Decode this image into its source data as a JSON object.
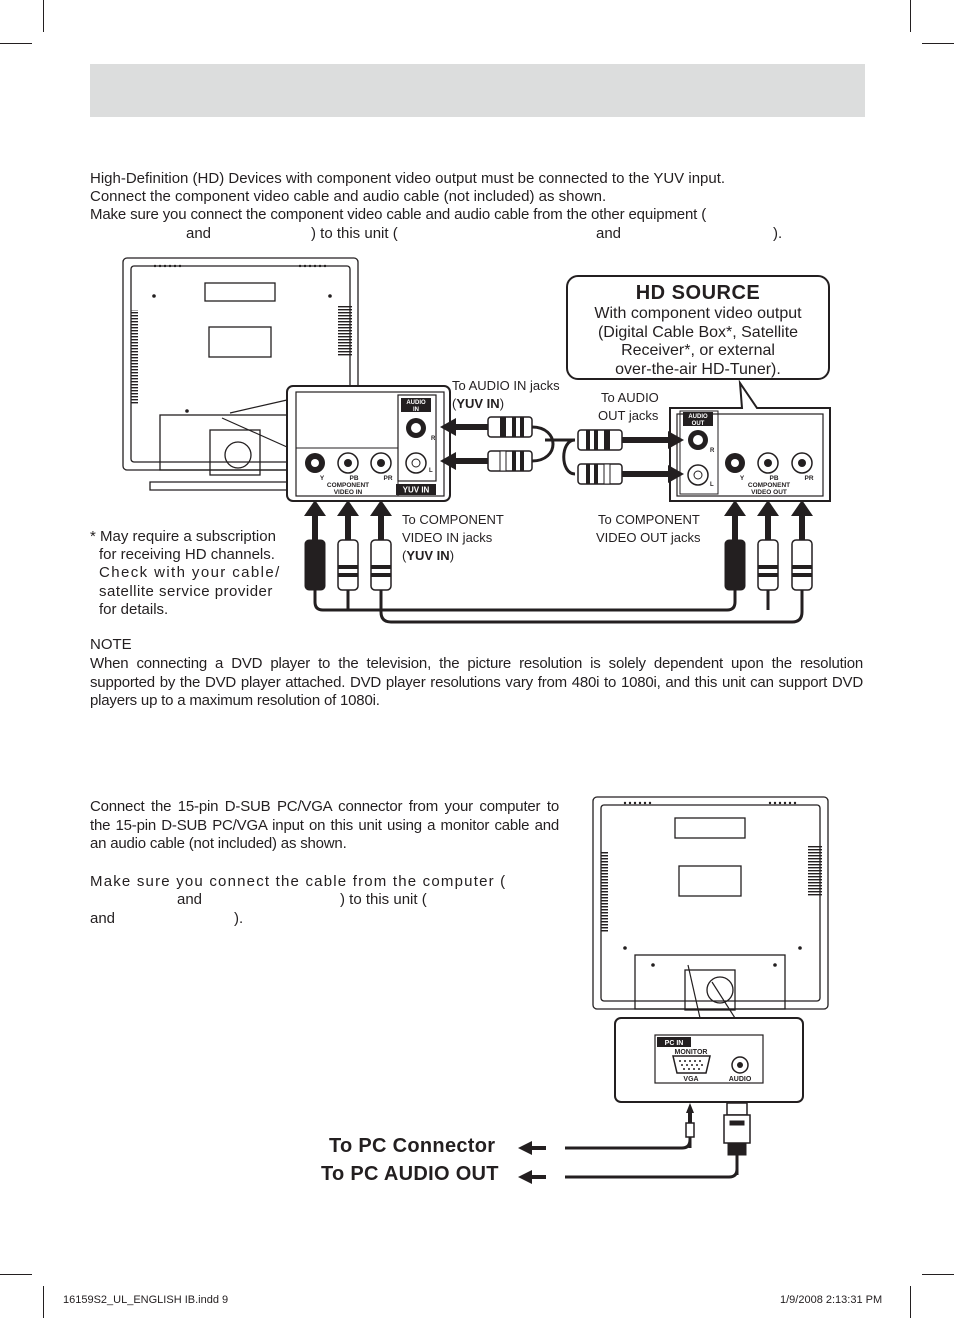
{
  "intro": {
    "line1": "High-Definition (HD) Devices with component video output must be connected to the YUV input.",
    "line2": "Connect the component video cable and audio cable (not included) as shown.",
    "line3": "Make sure you connect the component video cable and audio cable from the other equipment (",
    "line4_and1": "and",
    "line4_to_unit": ") to this unit (",
    "line4_and2": "and",
    "line4_end": ")."
  },
  "hd_box": {
    "title": "HD SOURCE",
    "line1": "With component video output",
    "line2": "(Digital Cable Box*, Satellite",
    "line3": "Receiver*, or external",
    "line4": "over-the-air HD-Tuner)."
  },
  "labels": {
    "to_audio_in": "To AUDIO IN jacks",
    "yuv_in": "YUV IN",
    "to_audio_out_1": "To AUDIO",
    "to_audio_out_2": "OUT jacks",
    "to_comp_in_1": "To COMPONENT",
    "to_comp_in_2": "VIDEO IN jacks",
    "to_comp_out_1": "To COMPONENT",
    "to_comp_out_2": "VIDEO OUT jacks",
    "open_paren": "(",
    "close_paren": ")"
  },
  "panel_in": {
    "audio": "AUDIO",
    "in": "IN",
    "r": "R",
    "l": "L",
    "y": "Y",
    "pb": "PB",
    "pr": "PR",
    "component": "COMPONENT",
    "video_in": "VIDEO IN",
    "yuv_in": "YUV IN"
  },
  "panel_out": {
    "audio": "AUDIO",
    "out": "OUT",
    "r": "R",
    "l": "L",
    "y": "Y",
    "pb": "PB",
    "pr": "PR",
    "component": "COMPONENT",
    "video_out": "VIDEO OUT"
  },
  "footnote": {
    "line1": "* May require a subscription",
    "line2": "for receiving HD channels.",
    "line3": "Check with your cable/",
    "line4": "satellite service provider",
    "line5": "for details."
  },
  "note": {
    "heading": "NOTE",
    "text": "When connecting a DVD player to the television, the picture resolution is solely dependent upon the resolution supported by the DVD player attached. DVD player resolutions vary from 480i to 1080i, and this unit can support DVD players up to a maximum resolution of 1080i."
  },
  "pc_section": {
    "para1": "Connect the 15-pin D-SUB PC/VGA connector from your computer to the 15-pin D-SUB PC/VGA input on this unit using a monitor cable and an audio cable (not included) as shown.",
    "para2_l1": "Make sure you connect the cable from the computer (",
    "para2_and1": "and",
    "para2_to_unit": ") to this unit (",
    "para2_and2": "and",
    "para2_end": ")."
  },
  "pc_panel": {
    "pc_in": "PC IN",
    "monitor": "MONITOR",
    "vga": "VGA",
    "audio": "AUDIO"
  },
  "pc_labels": {
    "to_pc_connector": "To PC Connector",
    "to_pc_audio_out": "To PC AUDIO OUT"
  },
  "footer": {
    "file": "16159S2_UL_ENGLISH IB.indd   9",
    "date": "1/9/2008   2:13:31 PM"
  }
}
